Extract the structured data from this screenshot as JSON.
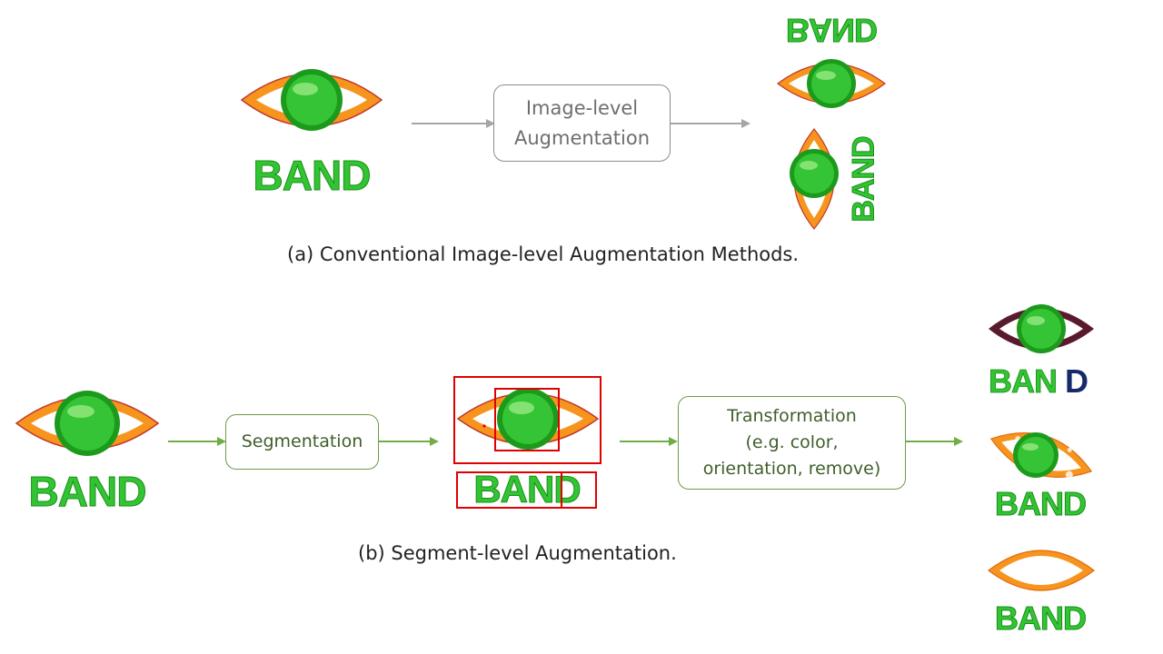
{
  "colors": {
    "orange": "#f7941d",
    "orange_dark": "#e06a10",
    "green": "#2fb52f",
    "green_dark": "#1a8f1a",
    "maroon": "#5a1a2e",
    "navy": "#162a6b",
    "seg_red": "#e00000",
    "arrow_gray": "#a6a6a6",
    "arrow_green": "#70ad47"
  },
  "logo_text": "BAND",
  "part_a": {
    "box_line1": "Image-level",
    "box_line2": "Augmentation",
    "caption": "(a) Conventional Image-level Augmentation Methods."
  },
  "part_b": {
    "segmentation_label": "Segmentation",
    "transform_line1": "Transformation",
    "transform_line2": "(e.g. color,",
    "transform_line3": "orientation, remove)",
    "caption": "(b) Segment-level Augmentation."
  }
}
